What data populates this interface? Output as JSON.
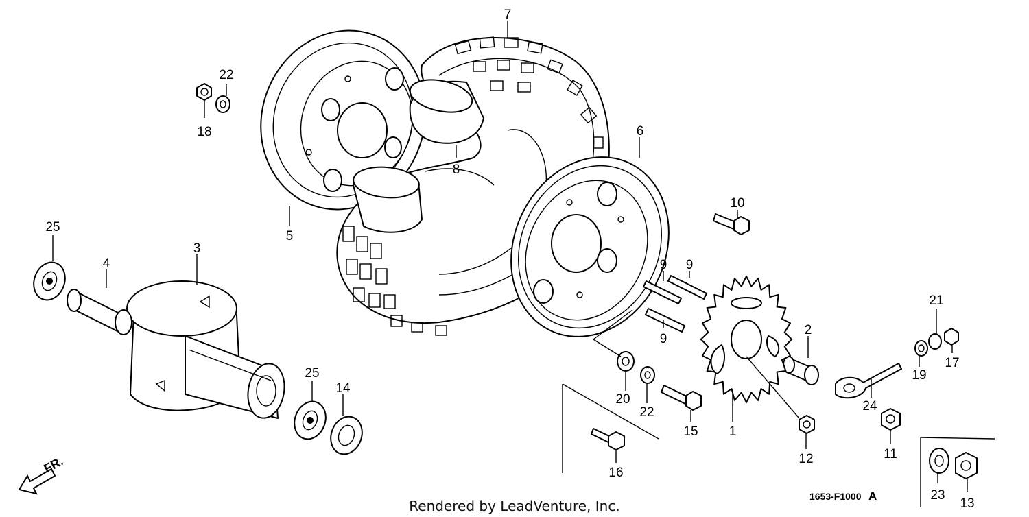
{
  "diagram": {
    "callouts": {
      "p1": "1",
      "p2": "2",
      "p3": "3",
      "p4": "4",
      "p5": "5",
      "p6": "6",
      "p7": "7",
      "p8": "8",
      "p9a": "9",
      "p9b": "9",
      "p9c": "9",
      "p10": "10",
      "p11": "11",
      "p12": "12",
      "p13": "13",
      "p14": "14",
      "p15": "15",
      "p16": "16",
      "p17": "17",
      "p18": "18",
      "p19": "19",
      "p20": "20",
      "p21": "21",
      "p22a": "22",
      "p22b": "22",
      "p23": "23",
      "p24": "24",
      "p25a": "25",
      "p25b": "25"
    },
    "direction_label": "FR.",
    "credit": "Rendered by LeadVenture, Inc.",
    "diagram_code": "1653-F1000",
    "diagram_code_suffix": "A"
  }
}
